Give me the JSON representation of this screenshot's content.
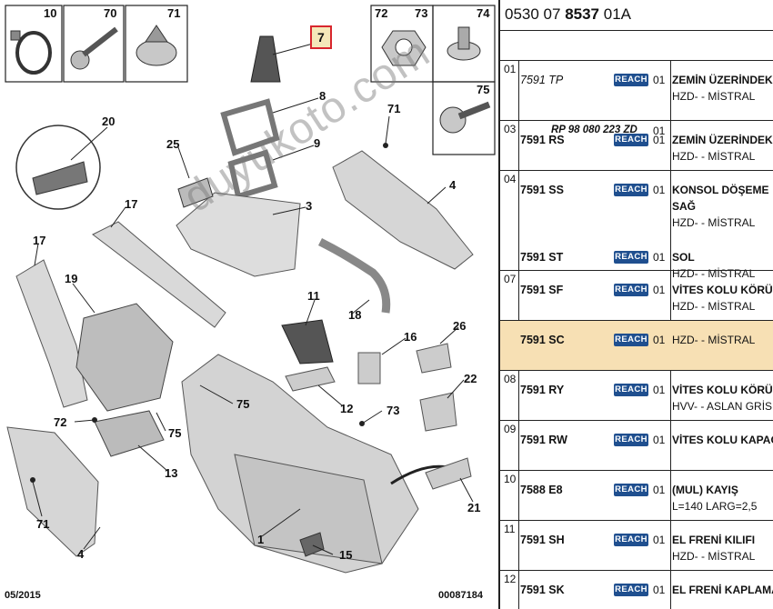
{
  "diagram": {
    "top_boxes": [
      {
        "id": "10",
        "label": "10",
        "icon": "ring-icon"
      },
      {
        "id": "70",
        "label": "70",
        "icon": "screw-icon"
      },
      {
        "id": "71",
        "label": "71",
        "icon": "clip-icon"
      },
      {
        "id": "72",
        "label": "72",
        "icon": "nut-icon"
      },
      {
        "id": "73",
        "label": "73",
        "icon": "nut-icon"
      },
      {
        "id": "74",
        "label": "74",
        "icon": "rivet-icon"
      },
      {
        "id": "75",
        "label": "75",
        "icon": "screw-icon"
      }
    ],
    "callouts": [
      {
        "id": "c7",
        "label": "7",
        "highlight": true
      },
      {
        "id": "c8",
        "label": "8"
      },
      {
        "id": "c9",
        "label": "9"
      },
      {
        "id": "c3",
        "label": "3"
      },
      {
        "id": "c20",
        "label": "20"
      },
      {
        "id": "c25",
        "label": "25"
      },
      {
        "id": "c17a",
        "label": "17"
      },
      {
        "id": "c17b",
        "label": "17"
      },
      {
        "id": "c19",
        "label": "19"
      },
      {
        "id": "c71a",
        "label": "71"
      },
      {
        "id": "c4a",
        "label": "4"
      },
      {
        "id": "c11",
        "label": "11"
      },
      {
        "id": "c18",
        "label": "18"
      },
      {
        "id": "c16",
        "label": "16"
      },
      {
        "id": "c26",
        "label": "26"
      },
      {
        "id": "c22",
        "label": "22"
      },
      {
        "id": "c75a",
        "label": "75"
      },
      {
        "id": "c12",
        "label": "12"
      },
      {
        "id": "c73",
        "label": "73"
      },
      {
        "id": "c72",
        "label": "72"
      },
      {
        "id": "c75b",
        "label": "75"
      },
      {
        "id": "c13",
        "label": "13"
      },
      {
        "id": "c71b",
        "label": "71"
      },
      {
        "id": "c4b",
        "label": "4"
      },
      {
        "id": "c1",
        "label": "1"
      },
      {
        "id": "c15",
        "label": "15"
      },
      {
        "id": "c21",
        "label": "21"
      }
    ],
    "date": "05/2015",
    "doc_number": "00087184",
    "watermark": "duyukoto.com",
    "highlight_color": "#d8262d"
  },
  "reference": {
    "prefix": "0530 07 ",
    "bold": "8537",
    "suffix": " 01A"
  },
  "reach_label": "REACH",
  "groups": [
    {
      "pos": "01",
      "height": 66,
      "lines": [
        {
          "pn": "7591 TP",
          "pn_italic": true,
          "reach": true,
          "qty": "01",
          "desc": "ZEMİN ÜZERİNDEKİ",
          "desc_bold": true,
          "desc2": "HZD- - MİSTRAL"
        },
        {
          "rp": "RP 98 080 223 ZD",
          "qty": "01"
        }
      ]
    },
    {
      "pos": "03",
      "height": 55,
      "lines": [
        {
          "pn": "7591 RS",
          "reach": true,
          "qty": "01",
          "desc": "ZEMİN ÜZERİNDEKİ",
          "desc_bold": true,
          "desc2": "HZD- - MİSTRAL"
        }
      ]
    },
    {
      "pos": "04",
      "height": 110,
      "lines": [
        {
          "pn": "7591 SS",
          "reach": true,
          "qty": "01",
          "desc": "KONSOL DÖŞEME",
          "desc_bold": true,
          "desc2": "SAĞ",
          "desc2_bold": true,
          "desc3": "HZD- - MİSTRAL"
        },
        {
          "pn": "7591 ST",
          "reach": true,
          "qty": "01",
          "desc": "SOL",
          "desc_bold": true,
          "desc2": "HZD- - MİSTRAL"
        }
      ]
    },
    {
      "pos": "07",
      "height": 55,
      "lines": [
        {
          "pn": "7591 SF",
          "reach": true,
          "qty": "01",
          "desc": "VİTES KOLU KÖRÜ",
          "desc_bold": true,
          "desc2": "HZD- - MİSTRAL"
        }
      ]
    },
    {
      "pos": "",
      "height": 55,
      "highlight": true,
      "lines": [
        {
          "pn": "7591 SC",
          "reach": true,
          "qty": "01",
          "desc": "HZD- - MİSTRAL"
        }
      ]
    },
    {
      "pos": "08",
      "height": 55,
      "lines": [
        {
          "pn": "7591 RY",
          "reach": true,
          "qty": "01",
          "desc": "VİTES KOLU KÖRÜ",
          "desc_bold": true,
          "desc2": "HVV- - ASLAN GRİSİ"
        }
      ]
    },
    {
      "pos": "09",
      "height": 55,
      "lines": [
        {
          "pn": "7591 RW",
          "reach": true,
          "qty": "01",
          "desc": "VİTES KOLU KAPAĞI",
          "desc_bold": true
        }
      ]
    },
    {
      "pos": "10",
      "height": 55,
      "lines": [
        {
          "pn": "7588 E8",
          "reach": true,
          "qty": "01",
          "desc": "(MUL) KAYIŞ",
          "desc_bold": true,
          "desc2": "L=140 LARG=2,5"
        }
      ]
    },
    {
      "pos": "11",
      "height": 55,
      "lines": [
        {
          "pn": "7591 SH",
          "reach": true,
          "qty": "01",
          "desc": "EL FRENİ KILIFI",
          "desc_bold": true,
          "desc2": "HZD- - MİSTRAL"
        }
      ]
    },
    {
      "pos": "12",
      "height": 55,
      "lines": [
        {
          "pn": "7591 SK",
          "reach": true,
          "qty": "01",
          "desc": "EL FRENİ KAPLAMA",
          "desc_bold": true
        }
      ]
    }
  ]
}
